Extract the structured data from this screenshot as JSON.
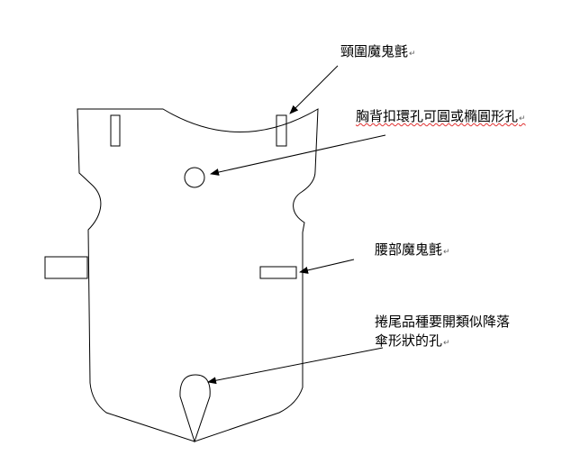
{
  "annotations": {
    "neck_velcro": "頸圍魔鬼氈",
    "chest_ring_hole": "胸背扣環孔可圓或橢圓形孔",
    "waist_velcro": "腰部魔鬼氈",
    "tail_hole_line1": "捲尾品種要開類似降落",
    "tail_hole_line2": "傘形狀的孔"
  },
  "paragraph_mark": "↵",
  "colors": {
    "line": "#000000",
    "background": "#ffffff",
    "spellcheck_squiggle": "#e03030"
  }
}
